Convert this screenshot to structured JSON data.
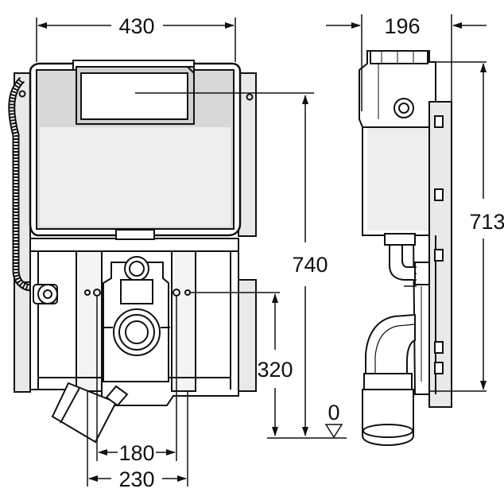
{
  "colors": {
    "stroke": "#111111",
    "panel_fill": "#e9e9e9",
    "shade": "#cfcfcf",
    "background": "#ffffff"
  },
  "front_view": {
    "width_label": "430",
    "height_label": "740",
    "outlet_height_label": "320",
    "fixing_spacing_label": "180",
    "frame_spacing_label": "230",
    "floor_label": "0"
  },
  "side_view": {
    "depth_label": "196",
    "height_label": "713"
  }
}
